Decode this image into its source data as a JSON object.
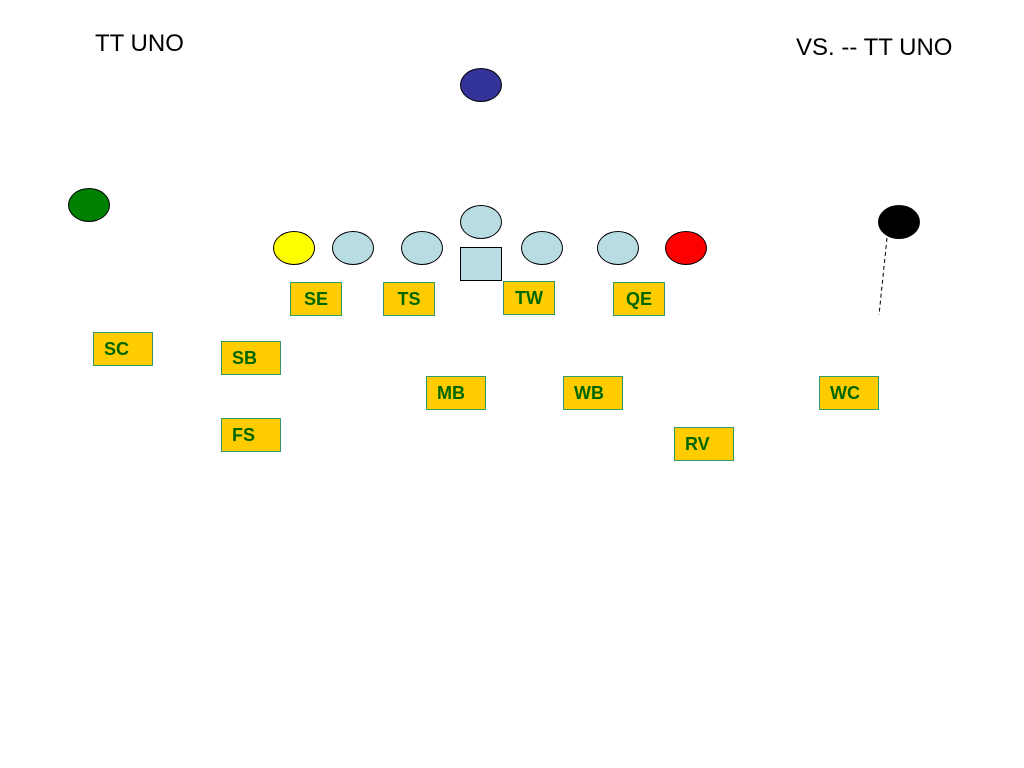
{
  "header": {
    "left_title": "TT UNO",
    "right_title": "VS. --  TT UNO"
  },
  "colors": {
    "qb": "#333399",
    "left_back": "#008000",
    "end_left": "#ffff00",
    "lineman": "#b7dde3",
    "end_right": "#ff0000",
    "wide_right": "#000000",
    "label_fill": "#ffcc00",
    "label_text": "#006600"
  },
  "defenders": [
    {
      "id": "se",
      "label": "SE"
    },
    {
      "id": "ts",
      "label": "TS"
    },
    {
      "id": "tw",
      "label": "TW"
    },
    {
      "id": "qe",
      "label": "QE"
    },
    {
      "id": "sc",
      "label": "SC"
    },
    {
      "id": "sb",
      "label": "SB"
    },
    {
      "id": "mb",
      "label": "MB"
    },
    {
      "id": "wb",
      "label": "WB"
    },
    {
      "id": "wc",
      "label": "WC"
    },
    {
      "id": "fs",
      "label": "FS"
    },
    {
      "id": "rv",
      "label": "RV"
    }
  ]
}
